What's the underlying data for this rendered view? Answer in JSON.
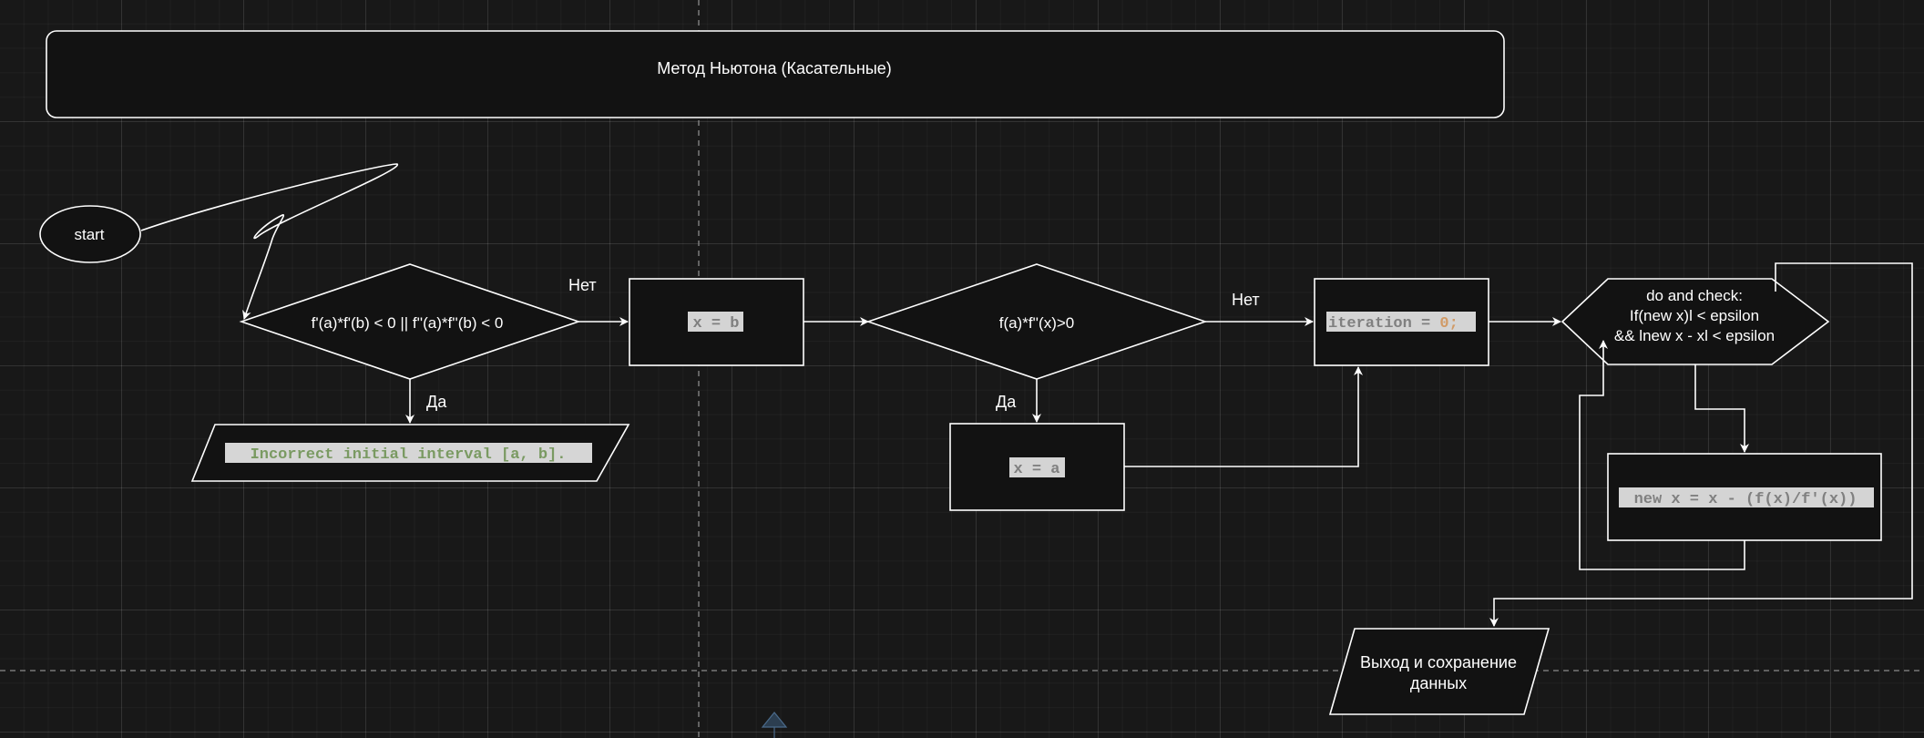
{
  "diagram": {
    "title": "Метод Ньютона (Касательные)",
    "start": "start",
    "cond_interval": "f'(a)*f'(b) < 0 || f''(a)*f''(b) < 0",
    "cond_sign": "f(a)*f''(x)>0",
    "label_no": "Нет",
    "label_yes": "Да",
    "error_output": "Incorrect initial interval [a, b].",
    "assign_b": "x = b",
    "assign_a": "x = a",
    "iteration_var": "iteration = ",
    "iteration_num": "0",
    "iteration_semi": ";",
    "loop_line1": "do and check:",
    "loop_line2": "If(new x)l < epsilon",
    "loop_line3": "&& lnew x - xl < epsilon",
    "update_formula": "new x = x - (f(x)/f'(x))",
    "exit_line1": "Выход и сохранение",
    "exit_line2": "данных"
  },
  "colors": {
    "background": "#181818",
    "stroke": "#ffffff",
    "code_highlight": "#d4d4d4",
    "code_text": "#808080",
    "code_number": "#d19a66",
    "string_text": "#7a9a62",
    "string_highlight": "#d6d6d6"
  }
}
